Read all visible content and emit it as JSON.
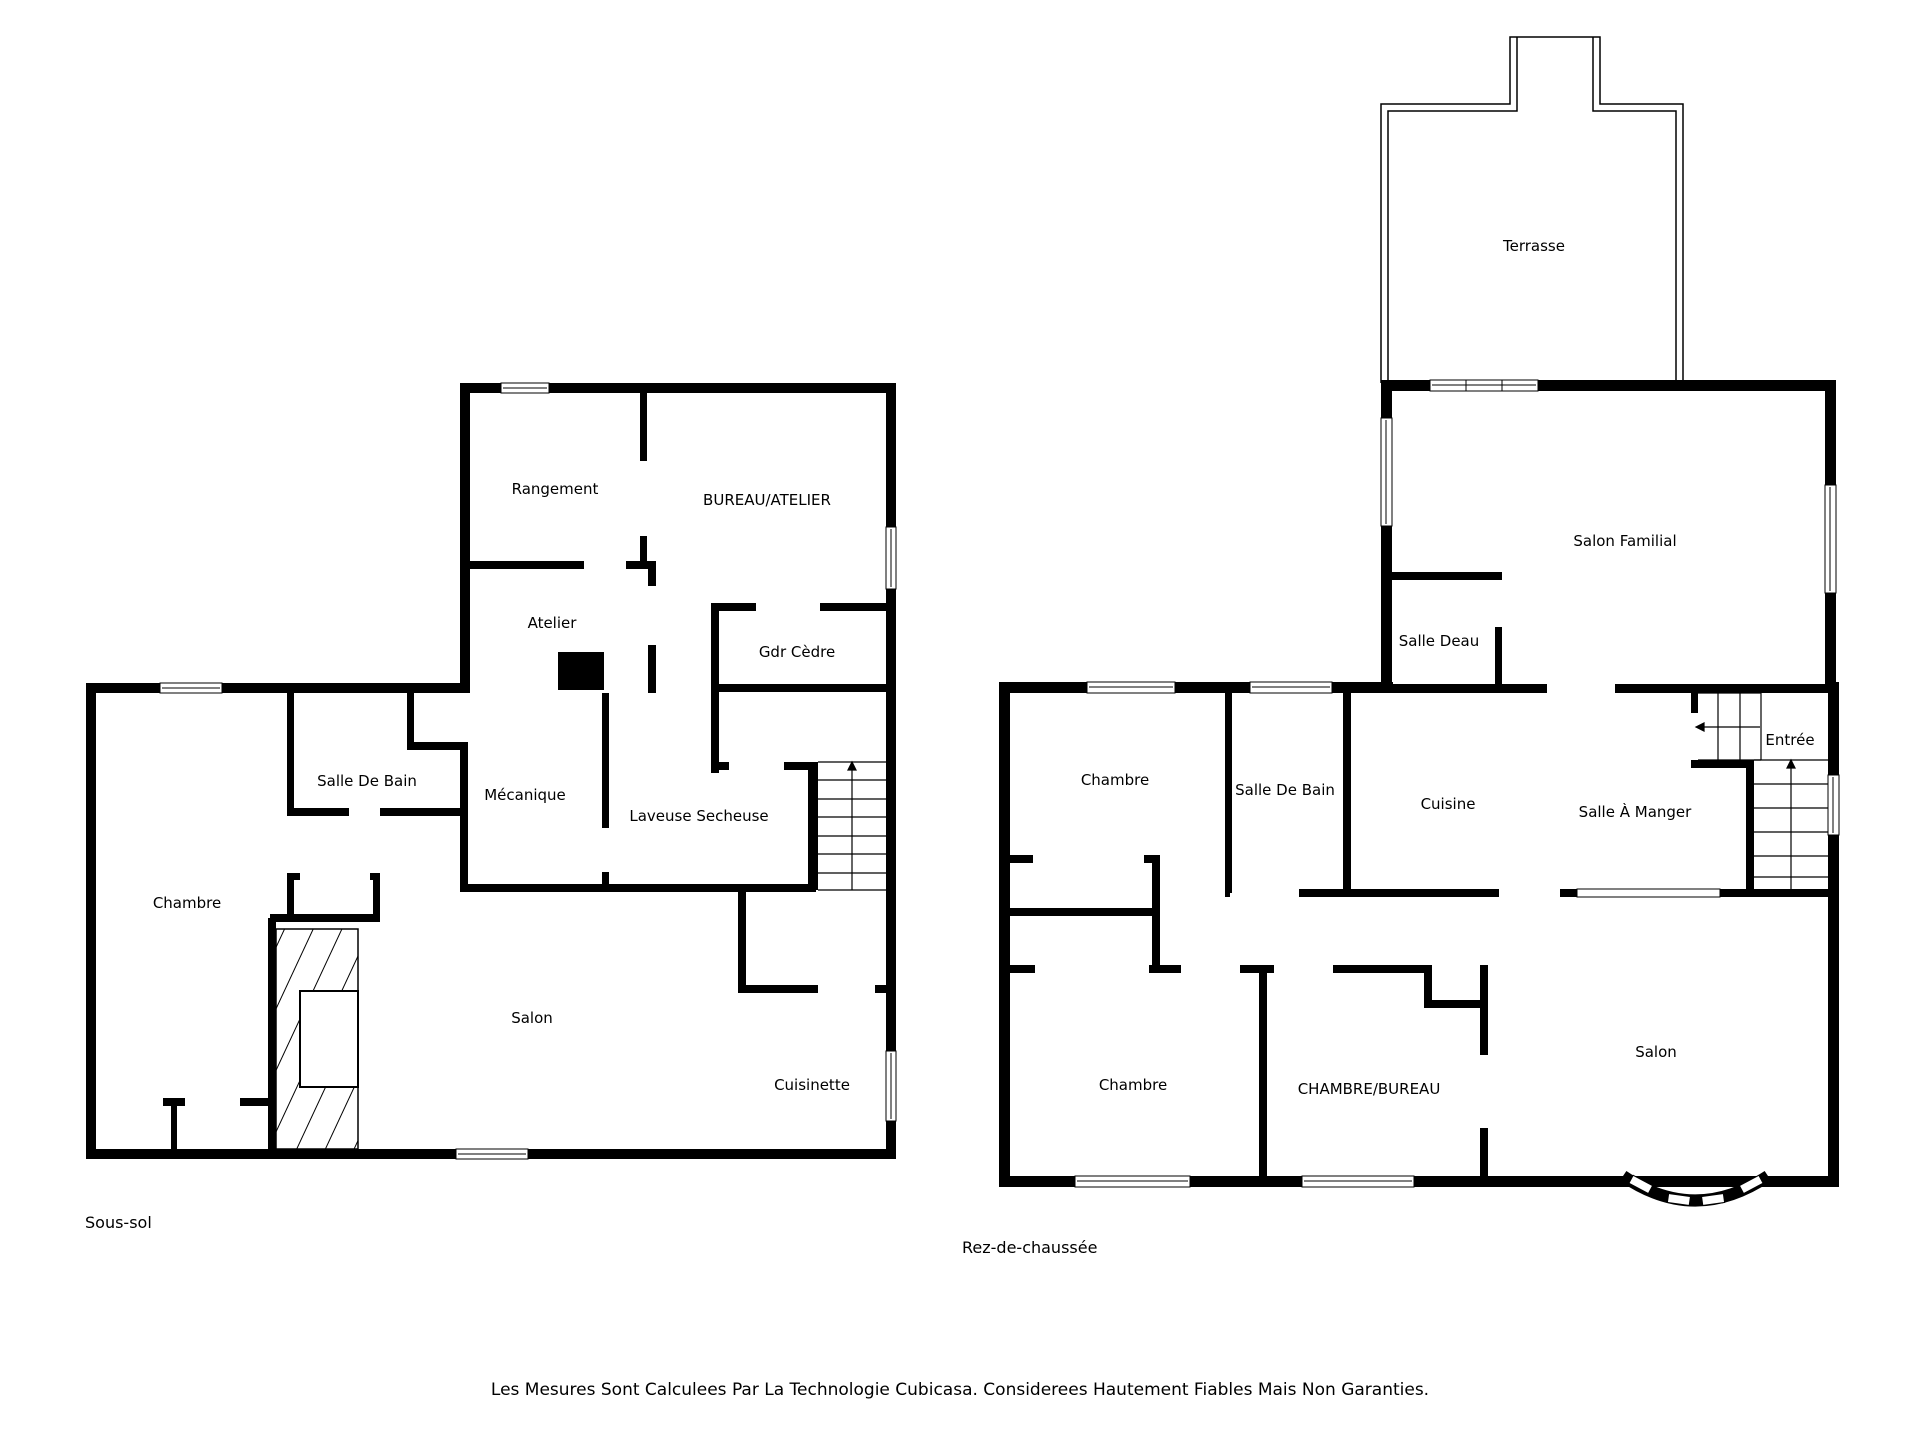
{
  "levels": {
    "basement": {
      "name": "Sous-sol",
      "rooms": [
        {
          "id": "rangement",
          "label": "Rangement"
        },
        {
          "id": "bureau-atelier",
          "label": "BUREAU/ATELIER"
        },
        {
          "id": "atelier",
          "label": "Atelier"
        },
        {
          "id": "gdr-cedre",
          "label": "Gdr Cèdre"
        },
        {
          "id": "salle-de-bain",
          "label": "Salle De Bain"
        },
        {
          "id": "mecanique",
          "label": "Mécanique"
        },
        {
          "id": "laveuse-secheuse",
          "label": "Laveuse Secheuse"
        },
        {
          "id": "chambre",
          "label": "Chambre"
        },
        {
          "id": "salon",
          "label": "Salon"
        },
        {
          "id": "cuisinette",
          "label": "Cuisinette"
        }
      ]
    },
    "ground": {
      "name": "Rez-de-chaussée",
      "rooms": [
        {
          "id": "terrasse",
          "label": "Terrasse"
        },
        {
          "id": "salon-familial",
          "label": "Salon Familial"
        },
        {
          "id": "salle-deau",
          "label": "Salle Deau"
        },
        {
          "id": "chambre-1",
          "label": "Chambre"
        },
        {
          "id": "salle-de-bain",
          "label": "Salle De Bain"
        },
        {
          "id": "cuisine",
          "label": "Cuisine"
        },
        {
          "id": "salle-a-manger",
          "label": "Salle À Manger"
        },
        {
          "id": "entree",
          "label": "Entrée"
        },
        {
          "id": "chambre-2",
          "label": "Chambre"
        },
        {
          "id": "chambre-bureau",
          "label": "CHAMBRE/BUREAU"
        },
        {
          "id": "salon",
          "label": "Salon"
        }
      ]
    }
  },
  "footer": {
    "disclaimer": "Les Mesures Sont Calculees Par La Technologie Cubicasa. Considerees Hautement Fiables Mais Non Garanties."
  },
  "colors": {
    "wall": "#000000",
    "background": "#ffffff",
    "window": "#ffffff"
  }
}
